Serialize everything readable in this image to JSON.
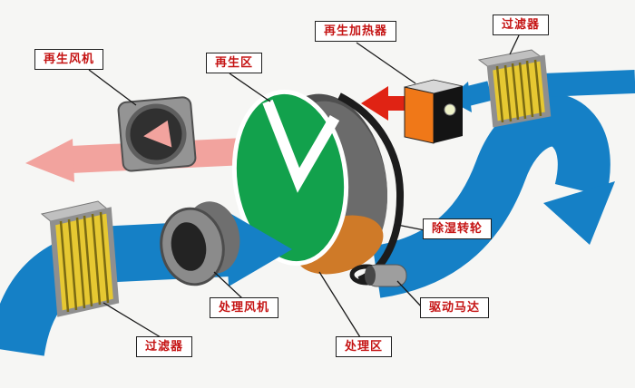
{
  "labels": {
    "regen_fan": "再生风机",
    "regen_zone": "再生区",
    "regen_heater": "再生加热器",
    "filter_top": "过滤器",
    "dehumid_wheel": "除湿转轮",
    "drive_motor": "驱动马达",
    "process_zone": "处理区",
    "process_fan": "处理风机",
    "filter_bottom": "过滤器"
  },
  "colors": {
    "process_air": "#1580c6",
    "regen_air": "#f2a39e",
    "hot_air": "#e02314",
    "wheel_face": "#12a14c",
    "heater_orange": "#f07818",
    "filter_yellow": "#e6c832",
    "label_text": "#c51414"
  }
}
